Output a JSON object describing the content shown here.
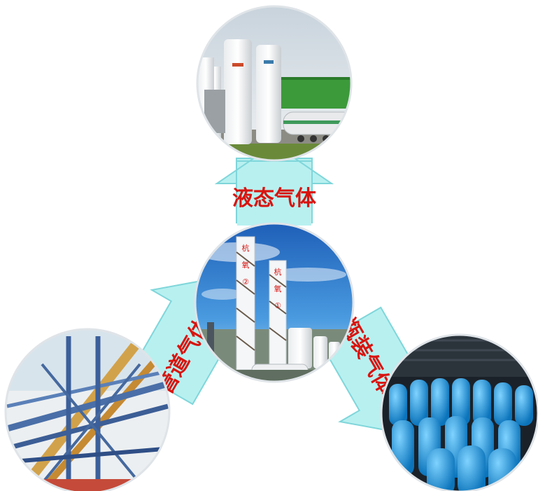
{
  "hub": {
    "name": "air-separation-plant",
    "tower_marks": [
      "杭",
      "氧",
      "②",
      "杭",
      "氧",
      "①"
    ]
  },
  "branches": [
    {
      "name": "liquid-gas",
      "label": "液态气体"
    },
    {
      "name": "pipeline-gas",
      "label": "管道气体"
    },
    {
      "name": "bottled-gas",
      "label": "瓶装气体"
    }
  ],
  "colors": {
    "arrow_fill": "#b8f0f0",
    "arrow_stroke": "#7fd6da",
    "label_text": "#d8140f",
    "sky": "#2f7fd2",
    "cylinder_blue": "#1493d6"
  }
}
